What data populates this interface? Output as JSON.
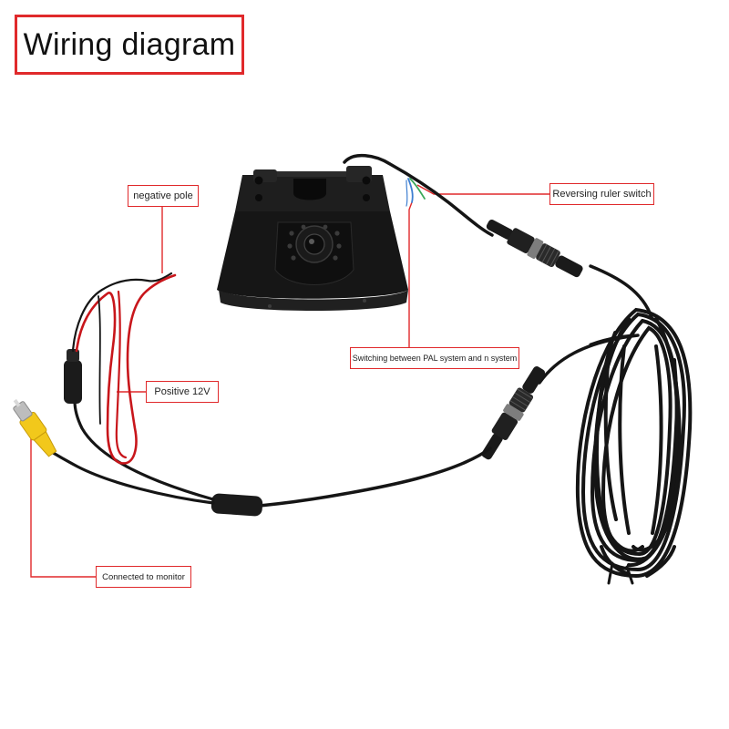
{
  "title": "Wiring diagram",
  "labels": {
    "negative_pole": "negative pole",
    "reversing_switch": "Reversing ruler switch",
    "pal_switch": "Switching between PAL system and n system",
    "positive_12v": "Positive 12V",
    "connected_monitor": "Connected to monitor"
  },
  "colors": {
    "callout_red": "#e0292b",
    "cable_black": "#151515",
    "wire_red": "#c8161b",
    "rca_yellow": "#f2c81b",
    "wire_blue": "#3e7fd1",
    "wire_green": "#3aa85a"
  },
  "icons": {
    "camera": "backup-camera-icon",
    "rca_plug": "rca-plug-icon",
    "aviation_connector": "aviation-connector-icon",
    "coiled_cable": "coiled-cable-icon"
  }
}
